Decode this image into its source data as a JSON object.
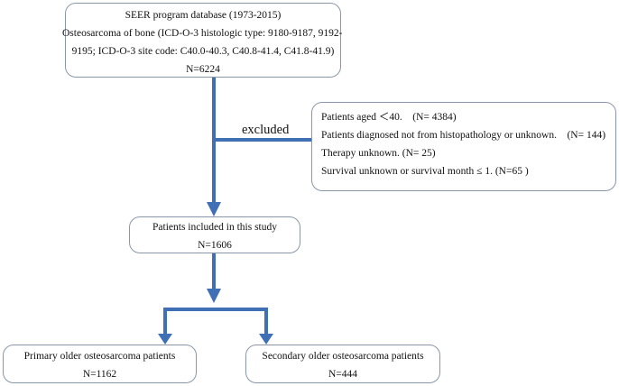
{
  "top_box": {
    "lines": [
      "SEER program database (1973-2015)",
      "Osteosarcoma of bone (ICD-O-3 histologic type: 9180-9187, 9192-",
      "9195; ICD-O-3 site code: C40.0-40.3, C40.8-41.4, C41.8-41.9)",
      "N=6224"
    ]
  },
  "excluded_label": "excluded",
  "exclusion_box": {
    "lines": [
      "Patients aged ＜40.　(N= 4384)",
      "Patients diagnosed not from histopathology or unknown.　(N= 144)",
      "Therapy unknown. (N= 25)",
      "Survival unknown or survival month ≤ 1. (N=65 )"
    ]
  },
  "included_box": {
    "lines": [
      "Patients included in this study",
      "N=1606"
    ]
  },
  "primary_box": {
    "lines": [
      "Primary older osteosarcoma patients",
      "N=1162"
    ]
  },
  "secondary_box": {
    "lines": [
      "Secondary older osteosarcoma patients",
      "N=444"
    ]
  },
  "colors": {
    "arrow": "#3f6fb5",
    "border": "#8a97a8"
  }
}
